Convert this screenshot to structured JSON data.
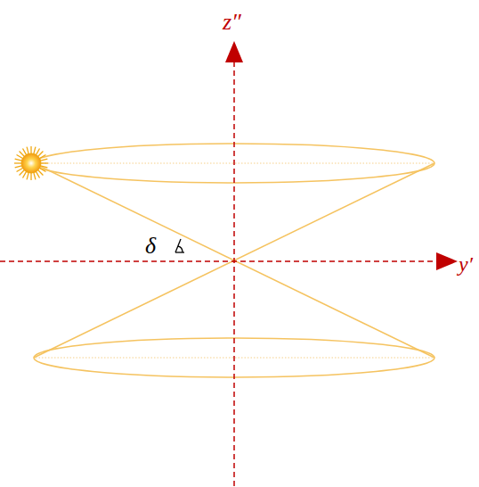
{
  "diagram": {
    "labels": [
      "z″",
      "y′",
      "δ"
    ]
  }
}
